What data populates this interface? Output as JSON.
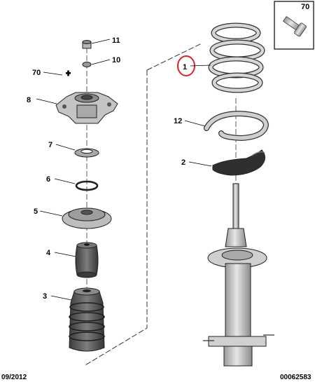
{
  "callouts": {
    "c1": "1",
    "c2": "2",
    "c3": "3",
    "c4": "4",
    "c5": "5",
    "c6": "6",
    "c7": "7",
    "c8": "8",
    "c10": "10",
    "c11": "11",
    "c12": "12",
    "c70_left": "70",
    "c70_box": "70"
  },
  "footer": {
    "date": "09/2012",
    "code": "00062583"
  },
  "colors": {
    "highlight": "#d8232a",
    "part_fill": "#c9c9c9",
    "part_dark": "#6e6e6e",
    "line": "#222222"
  }
}
